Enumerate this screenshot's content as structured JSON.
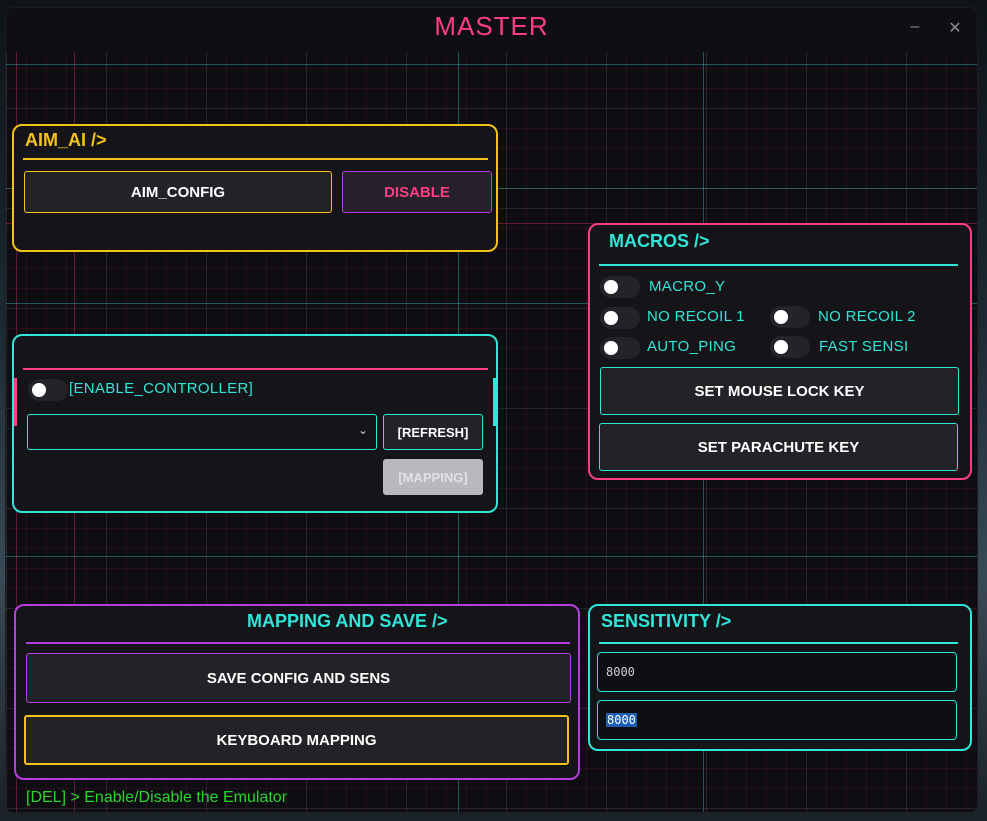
{
  "window": {
    "title": "MASTER",
    "minimize": "–",
    "close": "✕"
  },
  "aim": {
    "title": "AIM_AI />",
    "config_button": "AIM_CONFIG",
    "disable_button": "DISABLE"
  },
  "controller": {
    "enable_label": "[ENABLE_CONTROLLER]",
    "refresh_button": "[REFRESH]",
    "mapping_button": "[MAPPING]",
    "dropdown_value": ""
  },
  "macros": {
    "title": "MACROS />",
    "toggles": {
      "macro_y": "MACRO_Y",
      "no_recoil_1": "NO RECOIL 1",
      "no_recoil_2": "NO RECOIL 2",
      "auto_ping": "AUTO_PING",
      "fast_sensi": "FAST SENSI"
    },
    "mouse_lock_button": "SET MOUSE LOCK KEY",
    "parachute_button": "SET PARACHUTE KEY"
  },
  "mapping": {
    "title": "MAPPING AND SAVE />",
    "save_button": "SAVE CONFIG AND SENS",
    "keyboard_button": "KEYBOARD MAPPING"
  },
  "sensitivity": {
    "title": "SENSITIVITY />",
    "value1": "8000",
    "value2": "8000"
  },
  "footer": {
    "hint": "[DEL] > Enable/Disable the Emulator"
  },
  "colors": {
    "pink": "#ff3d80",
    "cyan": "#2fe6d8",
    "yellow": "#f2c21b",
    "purple": "#b43fe0",
    "green": "#2bd62b"
  }
}
